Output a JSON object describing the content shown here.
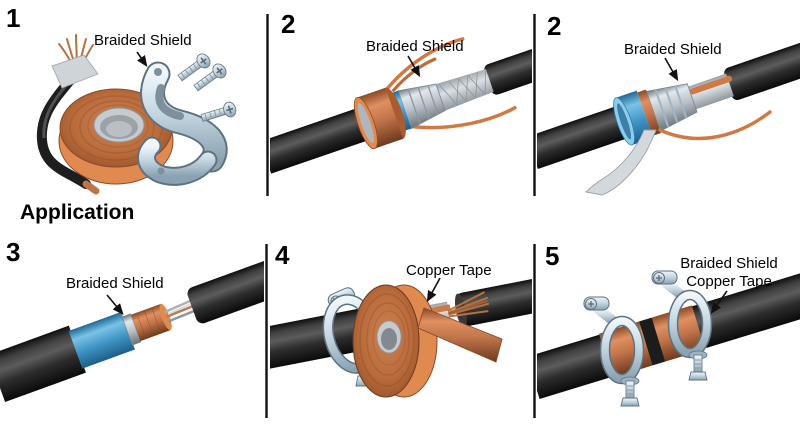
{
  "figure": {
    "section_label": "Application",
    "panels": [
      {
        "number": "1",
        "label": "Braided Shield"
      },
      {
        "number": "2",
        "label": "Braided Shield"
      },
      {
        "number": "2",
        "label": "Braided Shield"
      },
      {
        "number": "3",
        "label": "Braided Shield"
      },
      {
        "number": "4",
        "label": "Copper Tape"
      },
      {
        "number": "5",
        "label_line1": "Braided Shield",
        "label_line2": "Copper Tape"
      }
    ]
  },
  "colors": {
    "copper": "#c0744a",
    "copper_bright": "#e08a50",
    "steel_metal": "#c5d7e2",
    "blue_insulation": "#3e93c4",
    "cable_jacket": "#1c1c1c",
    "text": "#000000",
    "background": "#ffffff"
  }
}
